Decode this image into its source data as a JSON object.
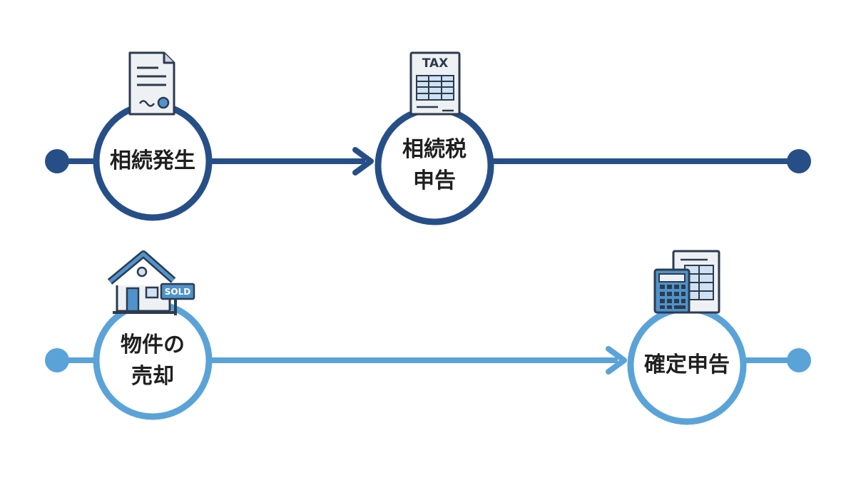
{
  "colors": {
    "dark_line": "#264f88",
    "light_line": "#5aa3d8",
    "outline": "#2d3b4e",
    "icon_fill_light": "#eef1f4",
    "icon_accent_blue": "#4f93cc",
    "icon_pale_blue": "#cfe2f3"
  },
  "timeline_top": {
    "nodes": [
      {
        "label": "相続発生",
        "icon": "document-seal-icon"
      },
      {
        "label": "相続税\n申告",
        "icon": "tax-form-icon",
        "icon_text": "TAX"
      }
    ]
  },
  "timeline_bottom": {
    "nodes": [
      {
        "label": "物件の\n売却",
        "icon": "house-sold-icon",
        "icon_text": "SOLD"
      },
      {
        "label": "確定申告",
        "icon": "calculator-documents-icon"
      }
    ]
  }
}
